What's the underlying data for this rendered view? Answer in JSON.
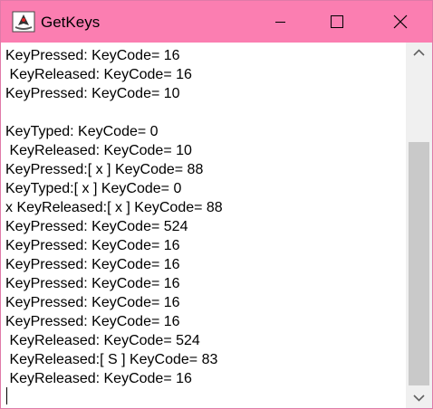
{
  "window": {
    "title": "GetKeys",
    "icon": "java-duke-icon",
    "controls": {
      "minimize": "minimize-icon",
      "maximize": "maximize-icon",
      "close": "close-icon"
    },
    "titlebar_color": "#fb7eb1"
  },
  "log": {
    "lines": [
      "KeyPressed: KeyCode= 16",
      " KeyReleased: KeyCode= 16",
      "KeyPressed: KeyCode= 10",
      "",
      "KeyTyped: KeyCode= 0",
      " KeyReleased: KeyCode= 10",
      "KeyPressed:[ x ] KeyCode= 88",
      "KeyTyped:[ x ] KeyCode= 0",
      "x KeyReleased:[ x ] KeyCode= 88",
      "KeyPressed: KeyCode= 524",
      "KeyPressed: KeyCode= 16",
      "KeyPressed: KeyCode= 16",
      "KeyPressed: KeyCode= 16",
      "KeyPressed: KeyCode= 16",
      "KeyPressed: KeyCode= 16",
      " KeyReleased: KeyCode= 524",
      " KeyReleased:[ S ] KeyCode= 83",
      " KeyReleased: KeyCode= 16"
    ]
  },
  "scrollbar": {
    "up": "scroll-up-arrow-icon",
    "down": "scroll-down-arrow-icon"
  }
}
